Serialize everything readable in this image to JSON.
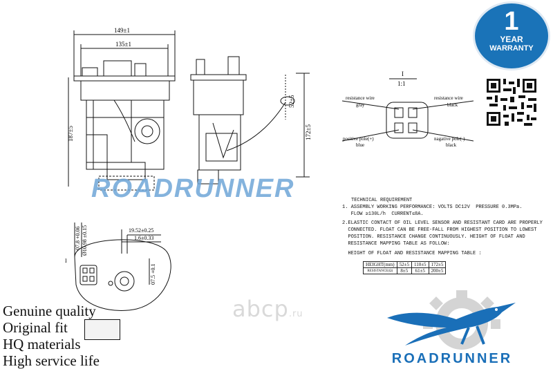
{
  "dimensions": {
    "width_outer": "149±1",
    "width_inner": "135±1",
    "height_front": "187±5",
    "height_side": "172±5",
    "height_float": "52±5",
    "bottom_1": "07.8 +0.06",
    "bottom_2": "Ø10.98 ±0.15",
    "bottom_3": "19.52±0.25",
    "bottom_4": "1.6±0.33",
    "bottom_5": "07.5 +0.1",
    "bottom_label": "I"
  },
  "connector": {
    "title": "I",
    "scale": "1:1",
    "resistance_wire_left": "resistance wire",
    "gray": "gray",
    "resistance_wire_right": "resistance wire",
    "black": "black",
    "positive_pole": "positive pole(+)",
    "blue": "blue",
    "negative_pole": "nagative pole(-)",
    "black2": "black"
  },
  "technical": {
    "heading": "TECHNICAL REQUIREMENT",
    "line1": "1. ASSEMBLY WORKING PERFORMANCE: VOLTS DC12V  PRESSURE 0.3MPa.",
    "line2": "   FLOW ≥130L/h  CURRENT≤8A.",
    "line3": "2.ELASTIC CONTACT OF OIL LEVEL SENSOR AND RESISTANT CARD ARE PROPERLY",
    "line4": "  CONNECTED. FLOAT CAN BE FREE-FALL FROM HIGHEST POSITION TO LOWEST",
    "line5": "  POSITION. RESISTANCE CHANGE CONTINUOUSLY. HEIGHT OF FLOAT AND",
    "line6": "  RESISTANCE MAPPING TABLE AS FOLLOW:",
    "line7": "  HEIGHT OF FLOAT AND RESISTANCE MAPPING TABLE :"
  },
  "mapping_table": {
    "row1": [
      "HEIGHT(mm)",
      "52±5",
      "110±5",
      "172±5"
    ],
    "row2": [
      "RESISTANCE(Ω)",
      "8±5",
      "61±5",
      "200±5"
    ]
  },
  "warranty": {
    "number": "1",
    "line1": "YEAR",
    "line2": "WARRANTY",
    "color": "#1a73b8"
  },
  "features": [
    "Genuine quality",
    "Original fit",
    "HQ materials",
    "High service life"
  ],
  "watermark": "ROADRUNNER",
  "abcp": {
    "main": "abcp",
    "suffix": ".ru"
  },
  "brand": {
    "name": "ROADRUNNER",
    "color": "#1a6fb8"
  }
}
